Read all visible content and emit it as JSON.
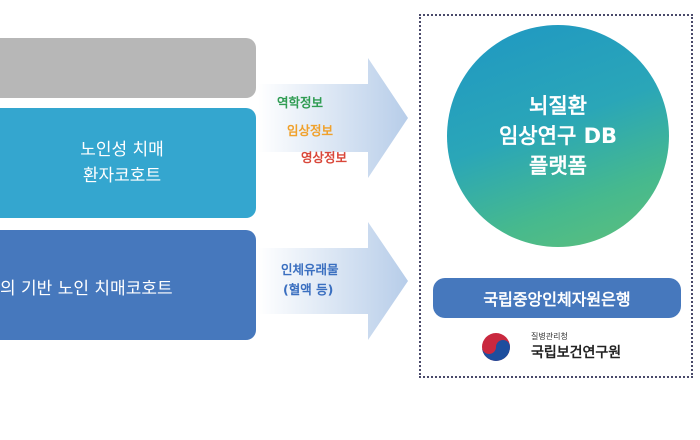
{
  "left_boxes": {
    "teal_line1": "노인성 치매",
    "teal_line2": "환자코호트",
    "blue_label": "의 기반 노인 치매코호트"
  },
  "arrow_top_labels": {
    "genomic": "역학정보",
    "clinical": "임상정보",
    "imaging": "영상정보"
  },
  "arrow_bottom_labels": {
    "line1": "인체유래물",
    "line2": "(혈액 등)"
  },
  "platform": {
    "line1": "뇌질환",
    "line2": "임상연구 DB",
    "line3": "플랫폼"
  },
  "bank_label": "국립중앙인체자원은행",
  "logo": {
    "small": "질병관리청",
    "name": "국립보건연구원"
  },
  "colors": {
    "genomic": "#2f9c52",
    "clinical": "#f0a12c",
    "imaging": "#d9473a",
    "bottom_label": "#3a6fc0",
    "teal": "#34a6cf",
    "blue": "#4678bd"
  }
}
